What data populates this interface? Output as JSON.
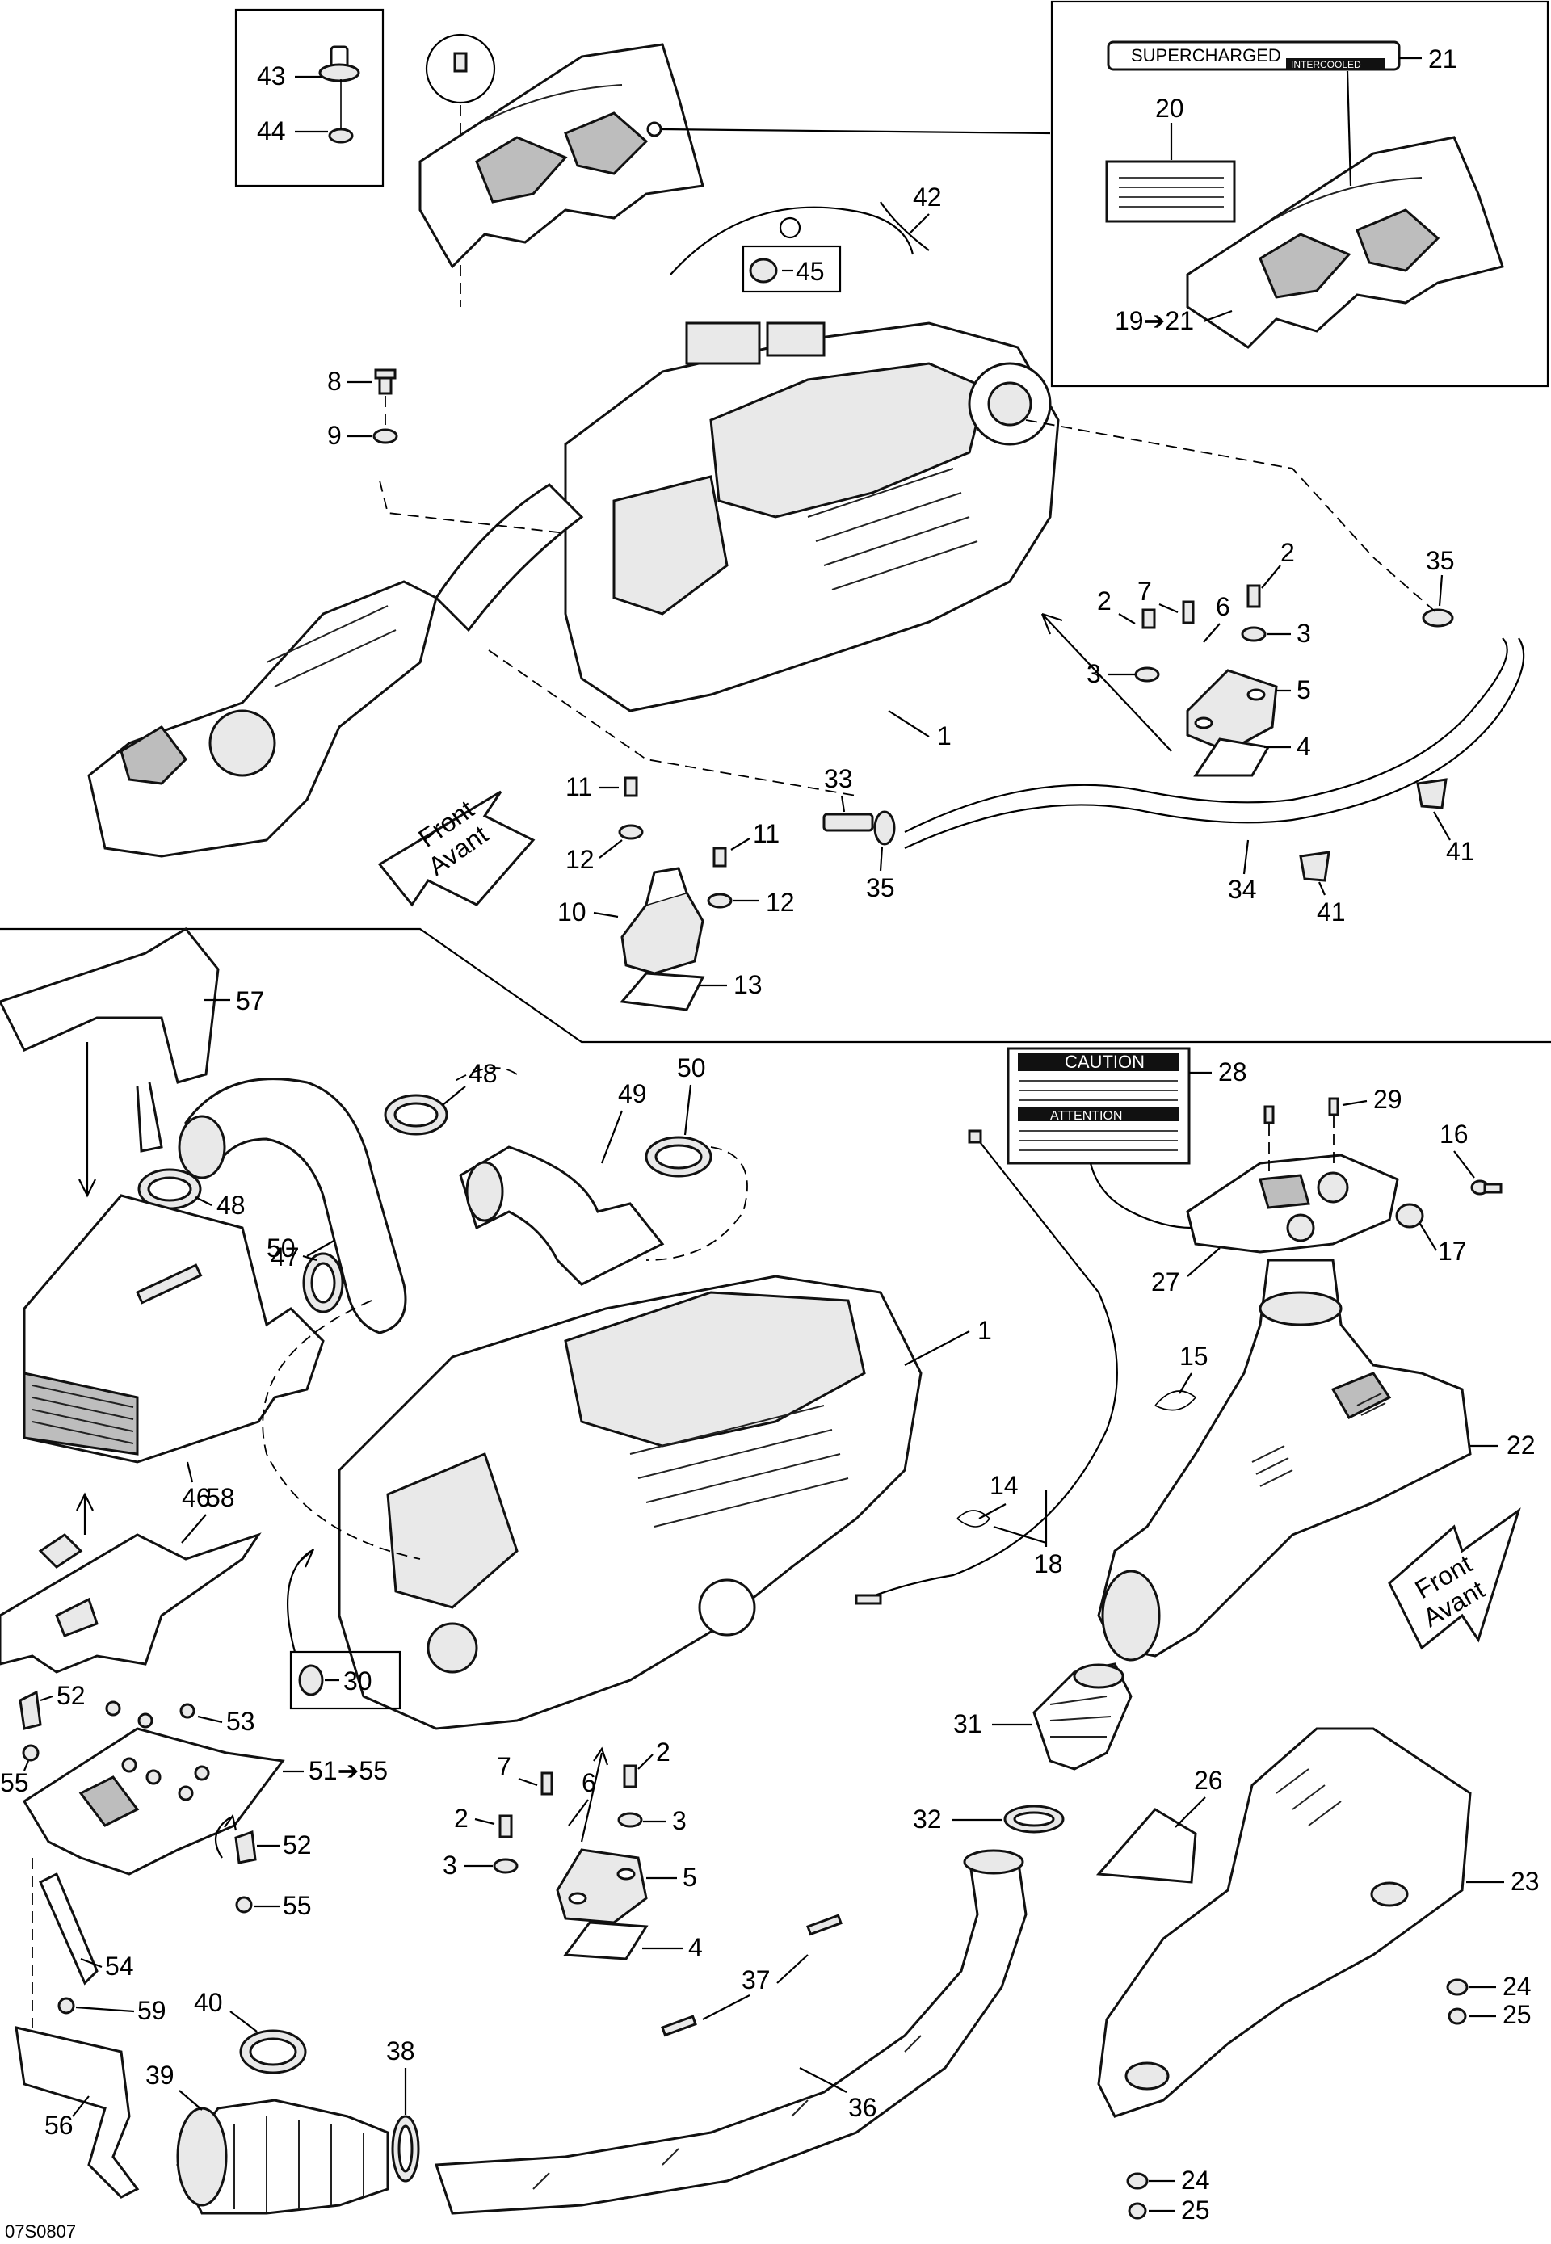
{
  "diagram": {
    "figure_code": "07S0807",
    "direction_labels": {
      "top": [
        "Front",
        "Avant"
      ],
      "bottom": [
        "Front",
        "Avant"
      ]
    },
    "decals": {
      "supercharged_text": "SUPERCHARGED",
      "intercooled_text": "INTERCOOLED",
      "caution_title": "CAUTION",
      "attention_title": "ATTENTION"
    },
    "callouts": {
      "c43": "43",
      "c44": "44",
      "c21": "21",
      "c20": "20",
      "c19_21": "19➔21",
      "c42": "42",
      "c45": "45",
      "c8": "8",
      "c9": "9",
      "c35a": "35",
      "c2a": "2",
      "c7a": "7",
      "c6a": "6",
      "c2b": "2",
      "c3a": "3",
      "c3b": "3",
      "c5a": "5",
      "c4a": "4",
      "c1a": "1",
      "c11a": "11",
      "c12a": "12",
      "c11b": "11",
      "c12b": "12",
      "c10": "10",
      "c13": "13",
      "c33": "33",
      "c35b": "35",
      "c34": "34",
      "c41a": "41",
      "c41b": "41",
      "c57": "57",
      "c48a": "48",
      "c48b": "48",
      "c49": "49",
      "c50a": "50",
      "c50b": "50",
      "c47": "47",
      "c46": "46",
      "c28": "28",
      "c29": "29",
      "c16": "16",
      "c17": "17",
      "c27": "27",
      "c1b": "1",
      "c15": "15",
      "c22": "22",
      "c14": "14",
      "c18": "18",
      "c58": "58",
      "c30": "30",
      "c52a": "52",
      "c53": "53",
      "c51_55": "51➔55",
      "c55a": "55",
      "c52b": "52",
      "c55b": "55",
      "c54": "54",
      "c59": "59",
      "c56": "56",
      "c7b": "7",
      "c6b": "6",
      "c2c": "2",
      "c2d": "2",
      "c3c": "3",
      "c3d": "3",
      "c5b": "5",
      "c4b": "4",
      "c31": "31",
      "c32": "32",
      "c26": "26",
      "c23": "23",
      "c24a": "24",
      "c25a": "25",
      "c37": "37",
      "c40": "40",
      "c39": "39",
      "c38": "38",
      "c36": "36",
      "c24b": "24",
      "c25b": "25"
    }
  }
}
